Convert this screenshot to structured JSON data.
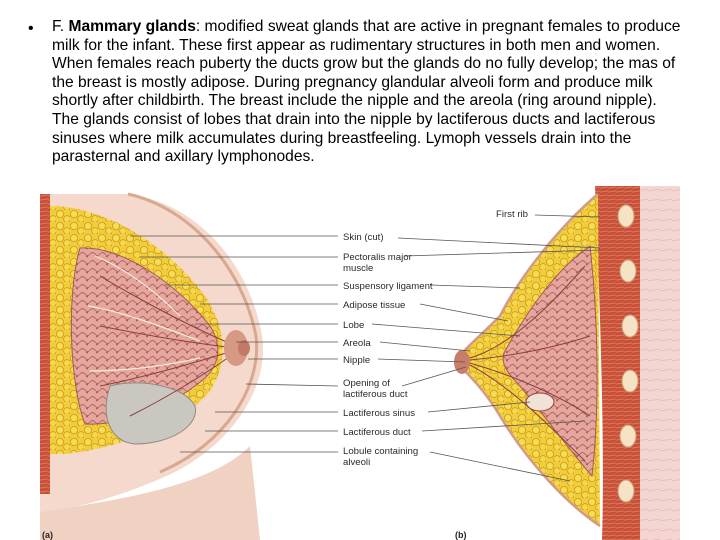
{
  "text": {
    "bullet": "•",
    "lead": "F. ",
    "term": "Mammary glands",
    "body": ": modified sweat glands that are active in pregnant females to produce milk for the infant. These first appear as rudimentary structures in both men and women.  When females reach puberty the ducts grow but the glands do no fully develop; the mas of the breast is mostly adipose.  During pregnancy glandular alveoli form and produce milk shortly after childbirth. The breast include the nipple and the areola (ring around nipple). The glands consist of lobes that drain into the nipple by lactiferous ducts and lactiferous sinuses where milk accumulates during breastfeeling. Lymoph vessels drain into the parasternal and axillary lymphonodes."
  },
  "figure": {
    "labels": {
      "first_rib": "First rib",
      "skin": "Skin (cut)",
      "pectoralis_1": "Pectoralis major",
      "pectoralis_2": "muscle",
      "suspensory": "Suspensory ligament",
      "adipose": "Adipose tissue",
      "lobe": "Lobe",
      "areola": "Areola",
      "nipple": "Nipple",
      "opening_1": "Opening of",
      "opening_2": "lactiferous duct",
      "sinus": "Lactiferous sinus",
      "duct": "Lactiferous duct",
      "lobule_1": "Lobule containing",
      "lobule_2": "alveoli"
    },
    "panels": {
      "a": "(a)",
      "b": "(b)"
    }
  }
}
